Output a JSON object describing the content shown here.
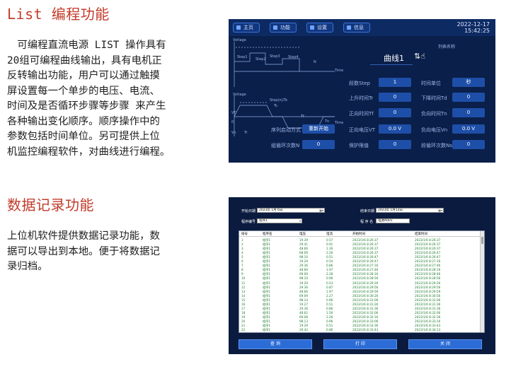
{
  "sections": {
    "list": {
      "title": "List 编程功能",
      "lines": [
        "　可编程直流电源 LIST 操作具有",
        "20组可编程曲线输出，具有电机正",
        "反转输出功能，用户可以通过触摸",
        "屏设置每一个单步的电压、电流、",
        "时间及是否循环步骤等步骤 来产生",
        "各种输出变化顺序。顺序操作中的",
        "参数包括时间单位。另可提供上位",
        "机监控编程软件，对曲线进行编程。"
      ]
    },
    "record": {
      "title": "数据记录功能",
      "lines": [
        "上位机软件提供数据记录功能，数",
        "据可以导出到本地。便于将数据记",
        "录归档。"
      ]
    }
  },
  "list_panel": {
    "nav": [
      "主页",
      "功能",
      "设置",
      "信息"
    ],
    "date": "2022-12-17",
    "time": "15:42:25",
    "diagram": {
      "voltage": "Voltage",
      "steps": [
        "Step1",
        "Step2",
        "Step3",
        "Step4"
      ],
      "n": "N",
      "time": "Time",
      "stepinfo": "Step(n)/Ts",
      "ts": "Ts",
      "tr": "Tr",
      "tn": "Tn",
      "tf": "Tf",
      "axis": [
        "VT",
        "0",
        "Vn"
      ]
    },
    "curve_label": "曲线1",
    "list_name_label": "列表名称",
    "rows": [
      {
        "l1": "段数Step",
        "v1": "1",
        "l2": "时间单位",
        "v2": "秒"
      },
      {
        "l1": "上升时间Tr",
        "v1": "0",
        "l2": "下降时间Td",
        "v2": "0"
      },
      {
        "l1": "正向时间Tf",
        "v1": "0",
        "l2": "负向时间Tn",
        "v2": "0"
      },
      {
        "l1": "正向电压VT",
        "v1": "0.0 V",
        "l2": "负向电压Vn",
        "v2": "0.0 V"
      },
      {
        "l1": "保护限值",
        "v1": "0",
        "l2": "段循环次数Ns",
        "v2": "0"
      }
    ],
    "start_mode_label": "序列启动方式",
    "start_mode_value": "重新开始",
    "loop_label": "组循环次数N",
    "loop_value": "0"
  },
  "record_panel": {
    "start_date_label": "开始日期",
    "start_date": "2023年 1月 6日",
    "end_date_label": "结束日期",
    "end_date": "2023年 1月13日",
    "program_no_label": "程序编号",
    "program_no": "程序1",
    "program_name_label": "程 序 名",
    "program_name": "电源A001",
    "headers": [
      "排号",
      "程序名",
      "电压",
      "电流",
      "开始时间",
      "结束时间"
    ],
    "rows": [
      [
        "1",
        "程序1",
        "19.39",
        "0.57",
        "2023/1/6 8:26:37",
        "2023/1/6 8:26:37"
      ],
      [
        "2",
        "程序1",
        "29.41",
        "0.91",
        "2023/1/6 8:26:37",
        "2023/1/6 8:26:37"
      ],
      [
        "3",
        "程序1",
        "48.66",
        "1.30",
        "2023/1/6 8:26:37",
        "2023/1/6 8:26:37"
      ],
      [
        "4",
        "程序1",
        "68.09",
        "2.26",
        "2023/1/6 8:26:37",
        "2023/1/6 8:26:47"
      ],
      [
        "5",
        "程序1",
        "98.10",
        "0.51",
        "2023/1/6 8:26:47",
        "2023/1/6 8:26:47"
      ],
      [
        "6",
        "程序1",
        "19.29",
        "0.54",
        "2023/1/6 8:26:47",
        "2023/1/6 8:27:16"
      ],
      [
        "7",
        "程序1",
        "29.36",
        "0.86",
        "2023/1/6 8:27:16",
        "2023/1/6 8:27:46"
      ],
      [
        "8",
        "程序1",
        "48.66",
        "1.97",
        "2023/1/6 8:27:46",
        "2023/1/6 8:28:16"
      ],
      [
        "9",
        "程序1",
        "69.09",
        "2.28",
        "2023/1/6 8:28:16",
        "2023/1/6 8:28:46"
      ],
      [
        "10",
        "程序1",
        "98.10",
        "0.96",
        "2023/1/6 8:28:56",
        "2023/1/6 8:28:56"
      ],
      [
        "11",
        "程序1",
        "19.29",
        "0.53",
        "2023/1/6 8:29:26",
        "2023/1/6 8:29:26"
      ],
      [
        "12",
        "程序1",
        "29.36",
        "0.87",
        "2023/1/6 8:29:56",
        "2023/1/6 8:29:56"
      ],
      [
        "13",
        "程序1",
        "48.66",
        "1.97",
        "2023/1/6 8:29:59",
        "2023/1/6 8:29:59"
      ],
      [
        "14",
        "程序1",
        "69.09",
        "2.27",
        "2023/1/6 8:30:26",
        "2023/1/6 8:30:56"
      ],
      [
        "15",
        "程序1",
        "98.14",
        "0.96",
        "2023/1/6 8:31:06",
        "2023/1/6 8:31:06"
      ],
      [
        "16",
        "程序1",
        "19.27",
        "0.51",
        "2023/1/6 8:31:26",
        "2023/1/6 8:31:36"
      ],
      [
        "17",
        "程序1",
        "29.36",
        "0.86",
        "2023/1/6 8:31:36",
        "2023/1/6 8:31:36"
      ],
      [
        "18",
        "程序1",
        "48.62",
        "1.56",
        "2023/1/6 8:32:06",
        "2023/1/6 8:32:06"
      ],
      [
        "19",
        "程序1",
        "69.08",
        "2.26",
        "2023/1/6 8:32:16",
        "2023/1/6 8:32:36"
      ],
      [
        "20",
        "程序1",
        "98.13",
        "0.96",
        "2023/1/6 8:33:06",
        "2023/1/6 8:33:16"
      ],
      [
        "21",
        "程序1",
        "19.29",
        "0.51",
        "2023/1/6 8:33:36",
        "2023/1/6 8:33:43"
      ],
      [
        "22",
        "程序1",
        "29.42",
        "0.86",
        "2023/1/6 8:33:43",
        "2023/1/6 8:34:13"
      ]
    ],
    "buttons": [
      "查 询",
      "打 印",
      "关 闭"
    ]
  }
}
